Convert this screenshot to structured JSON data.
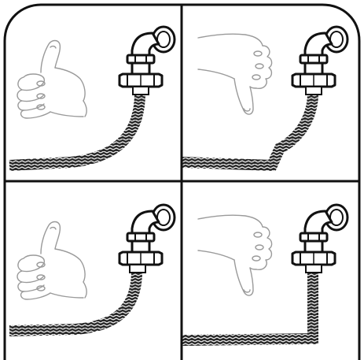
{
  "figure": {
    "description_free": true,
    "colors": {
      "line": "#111111",
      "hand_line": "#9a9a9a",
      "hose_dark": "#222222",
      "hose_light": "#ffffff",
      "background": "#ffffff"
    },
    "panels": [
      {
        "name": "panel-top-left",
        "gesture": "thumbs-up",
        "hose": "gentle-curve"
      },
      {
        "name": "panel-top-right",
        "gesture": "thumbs-down",
        "hose": "sharp-bend"
      },
      {
        "name": "panel-bottom-left",
        "gesture": "thumbs-up",
        "hose": "gentle-curve"
      },
      {
        "name": "panel-bottom-right",
        "gesture": "thumbs-down",
        "hose": "right-angle"
      }
    ]
  }
}
